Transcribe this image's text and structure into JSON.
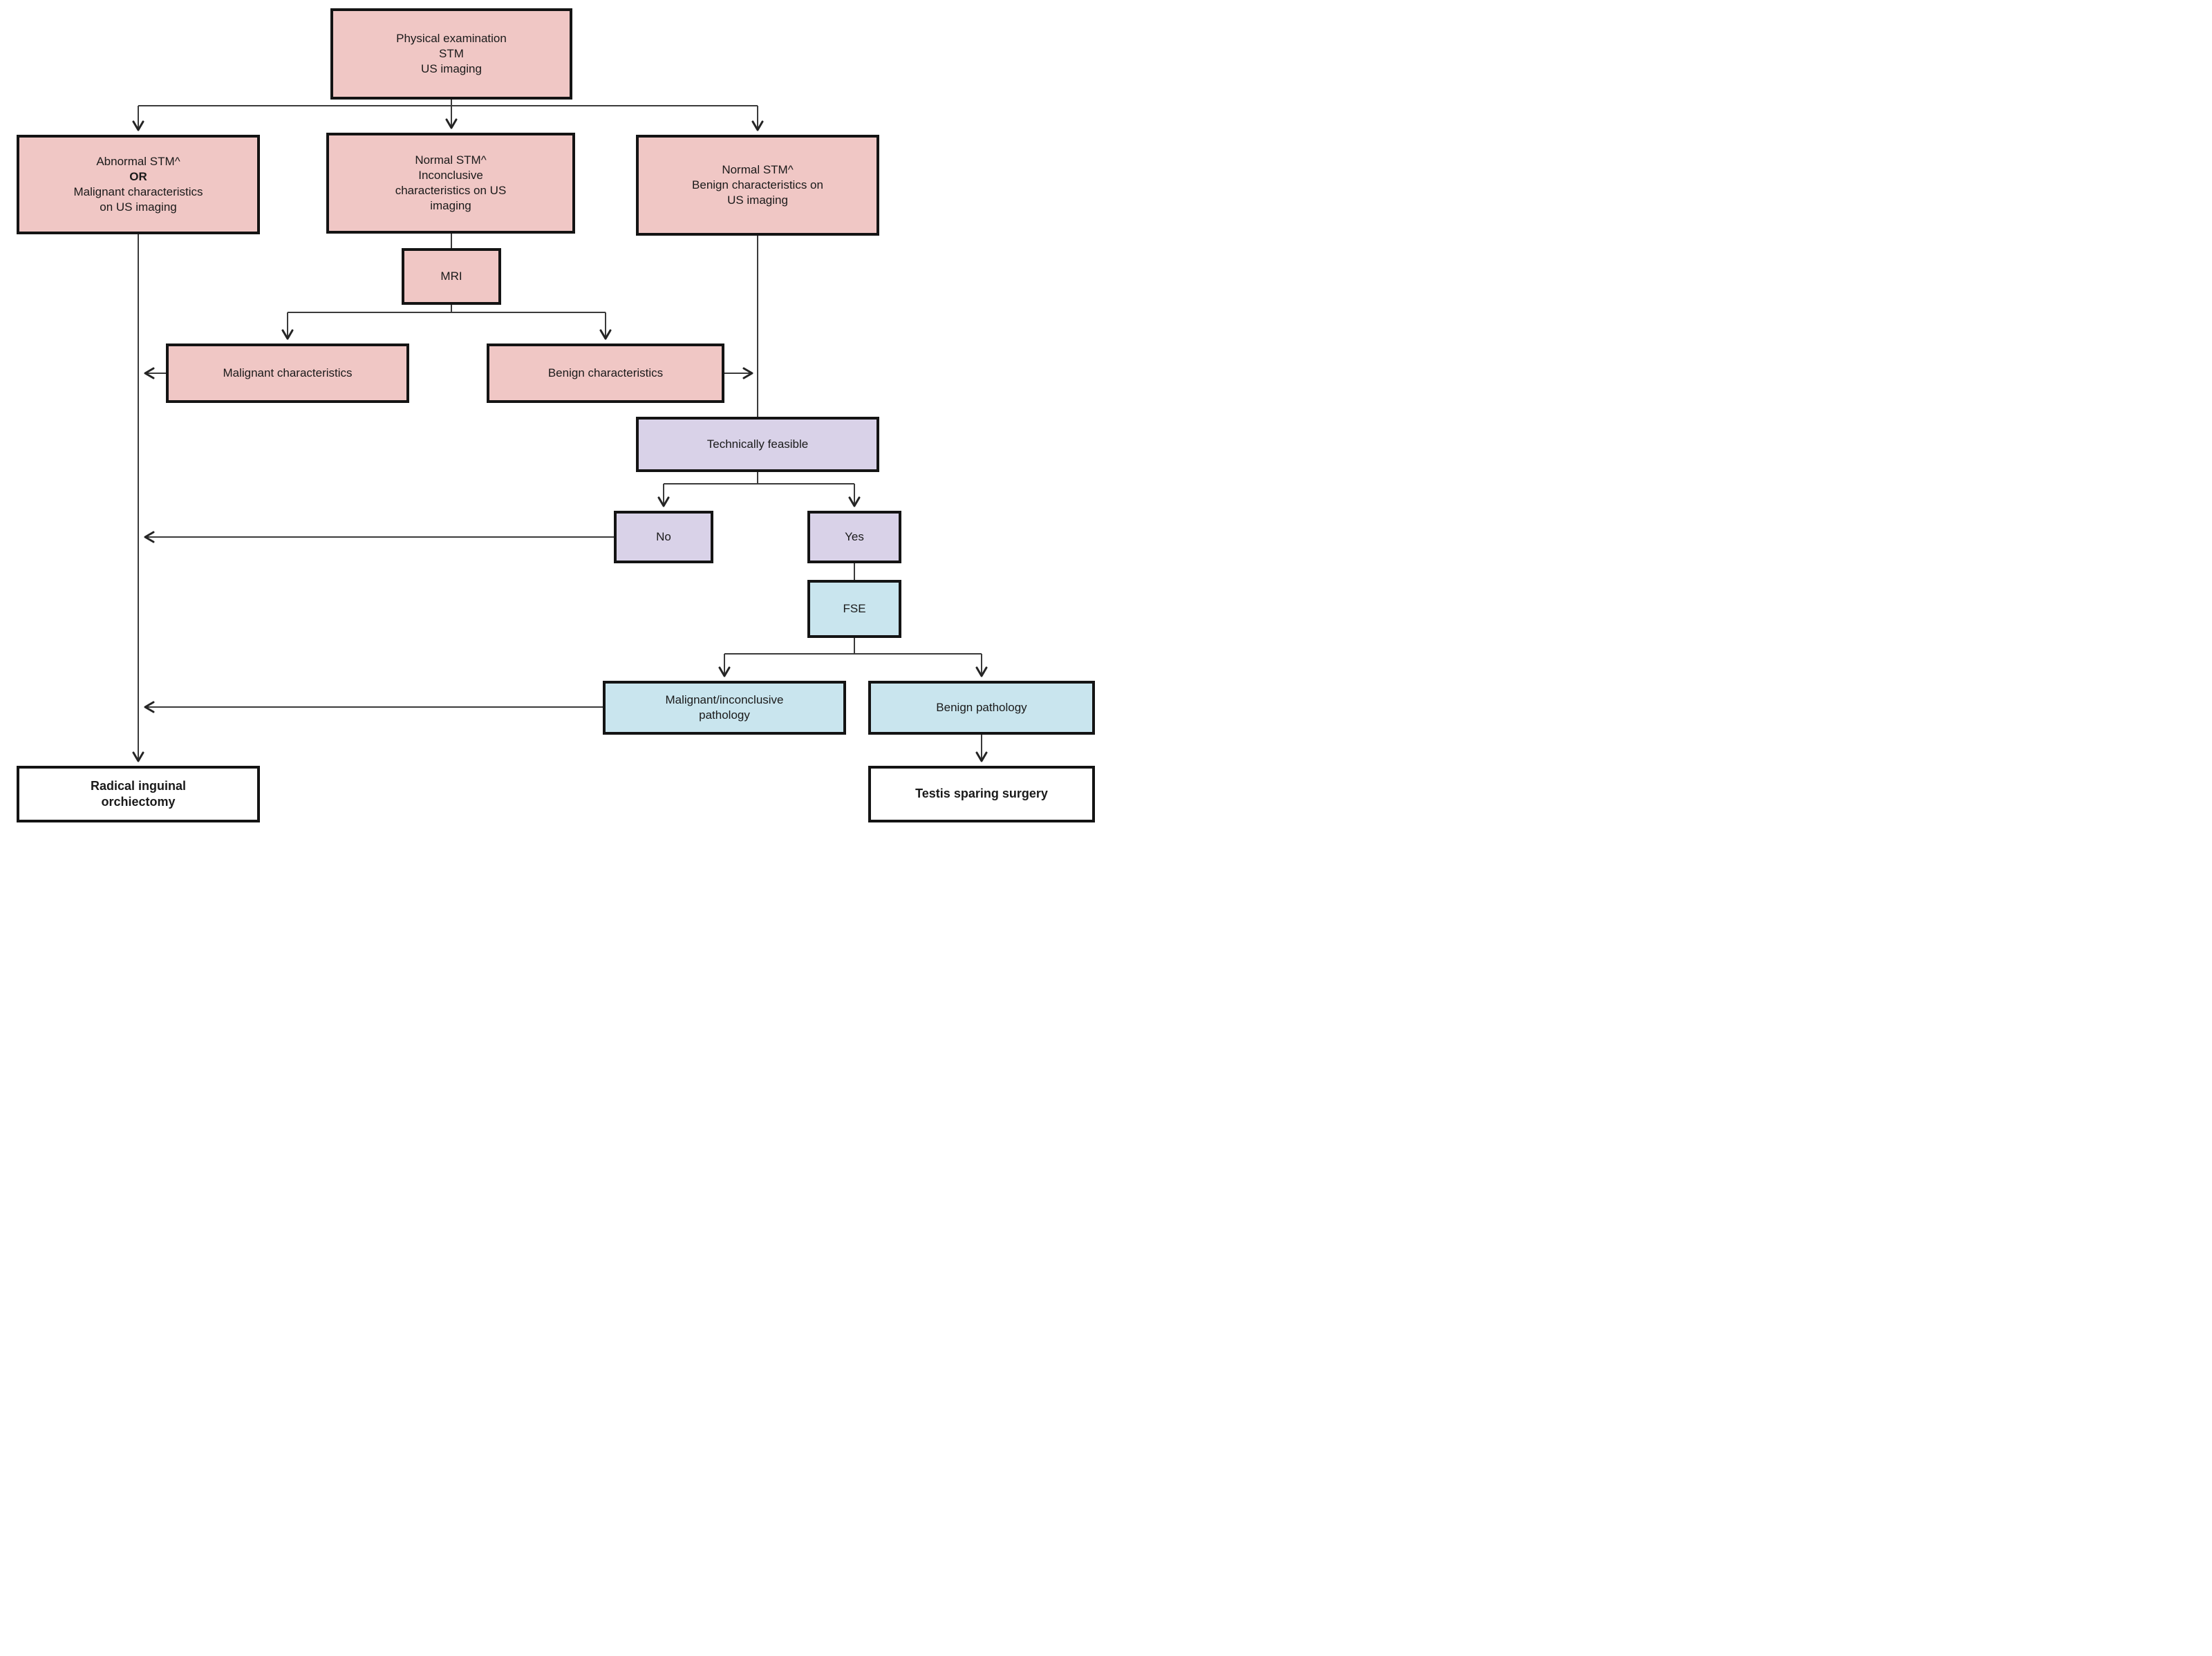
{
  "figure": {
    "type": "flowchart",
    "description": "Diagnostic and management pathway for testicular mass based on STM and imaging"
  },
  "colors": {
    "pink": "#f0c7c5",
    "lavender": "#d9d2e8",
    "blue": "#c9e5ee",
    "white": "#ffffff",
    "line": "#3a3a3a",
    "border": "#141414",
    "text": "#1a1a1a"
  },
  "nodes": {
    "exam": {
      "label": "Physical examination\nSTM\nUS imaging"
    },
    "abnormal": {
      "lines": [
        "Abnormal STM^",
        "OR",
        "Malignant characteristics\non US imaging"
      ]
    },
    "inconclusive": {
      "label": "Normal STM^\nInconclusive\ncharacteristics on US\nimaging"
    },
    "benign_us": {
      "label": "Normal STM^\nBenign characteristics on\nUS imaging"
    },
    "mri": {
      "label": "MRI"
    },
    "malignant_char": {
      "label": "Malignant characteristics"
    },
    "benign_char": {
      "label": "Benign characteristics"
    },
    "feasible": {
      "label": "Technically feasible"
    },
    "no": {
      "label": "No"
    },
    "yes": {
      "label": "Yes"
    },
    "fse": {
      "label": "FSE"
    },
    "malignant_path": {
      "label": "Malignant/inconclusive\npathology"
    },
    "benign_path": {
      "label": "Benign pathology"
    },
    "orchiectomy": {
      "label": "Radical inguinal\norchiectomy"
    },
    "tss": {
      "label": "Testis sparing surgery"
    }
  }
}
